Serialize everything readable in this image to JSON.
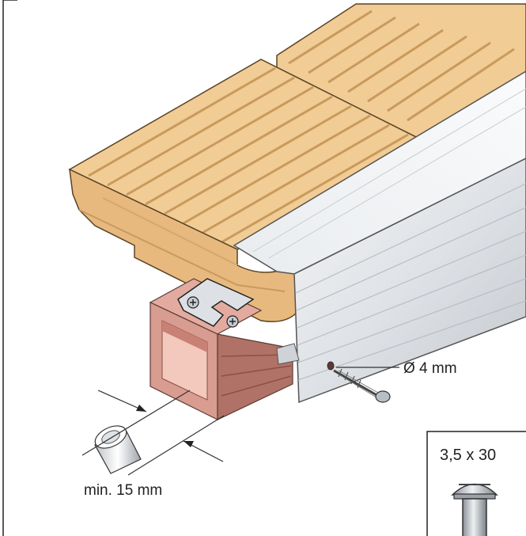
{
  "labels": {
    "hole_diameter": "Ø 4 mm",
    "min_spacing": "min. 15 mm",
    "screw_size": "3,5 x 30"
  },
  "colors": {
    "board_fill": "#f1cc95",
    "board_groove": "#c99a5d",
    "board_outline": "#5a4325",
    "aluminium_light": "#eef0f2",
    "aluminium_mid": "#cfd3d8",
    "aluminium_dark": "#a9aeb5",
    "joist_light": "#e3aba0",
    "joist_dark": "#b07266",
    "line": "#333333"
  },
  "icons": {
    "screw": "screw-icon",
    "spacer": "spacer-icon",
    "clip": "clip-icon"
  }
}
